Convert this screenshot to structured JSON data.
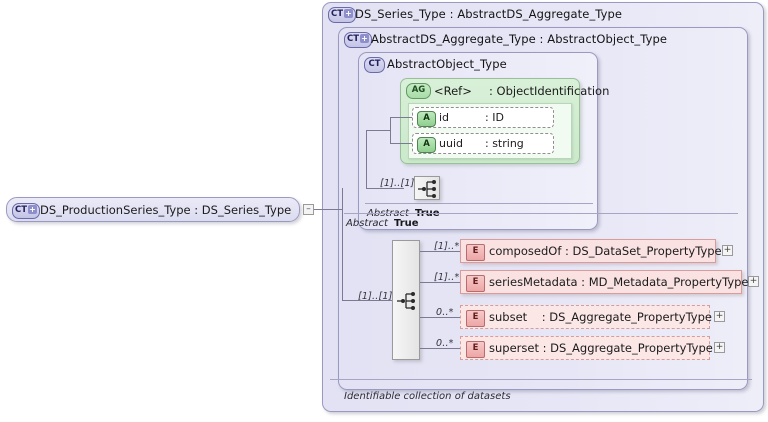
{
  "root_node": {
    "badge": "CT",
    "badge_has_plus": true,
    "label": "DS_ProductionSeries_Type : DS_Series_Type",
    "collapse_toggle": "–"
  },
  "panels": {
    "outer": {
      "badge": "CT",
      "badge_has_plus": true,
      "title": "DS_Series_Type : AbstractDS_Aggregate_Type"
    },
    "middle": {
      "badge": "CT",
      "badge_has_plus": true,
      "title": "AbstractDS_Aggregate_Type : AbstractObject_Type"
    },
    "inner": {
      "badge": "CT",
      "badge_has_plus": false,
      "title": "AbstractObject_Type"
    }
  },
  "attribute_group": {
    "badge": "AG",
    "name": "<Ref>",
    "type": ": ObjectIdentification",
    "attributes": [
      {
        "badge": "A",
        "name": "id",
        "type": ": ID"
      },
      {
        "badge": "A",
        "name": "uuid",
        "type": ": string"
      }
    ]
  },
  "compositors": [
    {
      "name": "inner-sequence",
      "cardinality": "[1]..[1]",
      "icon": "sequence-icon"
    },
    {
      "name": "outer-sequence",
      "cardinality": "[1]..[1]",
      "icon": "sequence-icon"
    }
  ],
  "elements": [
    {
      "badge": "E",
      "label": "composedOf : DS_DataSet_PropertyType",
      "cardinality": "[1]..*",
      "optional": false,
      "expand": "+"
    },
    {
      "badge": "E",
      "label": "seriesMetadata : MD_Metadata_PropertyType",
      "cardinality": "[1]..*",
      "optional": false,
      "expand": "+"
    },
    {
      "badge": "E",
      "label": "subset    : DS_Aggregate_PropertyType",
      "cardinality": "0..*",
      "optional": true,
      "expand": "+"
    },
    {
      "badge": "E",
      "label": "superset : DS_Aggregate_PropertyType",
      "cardinality": "0..*",
      "optional": true,
      "expand": "+"
    }
  ],
  "footers": {
    "inner": {
      "key": "Abstract",
      "value": "True"
    },
    "middle": {
      "key": "Abstract",
      "value": "True"
    },
    "outer_doc": "Identifiable collection of datasets"
  },
  "colors": {
    "panel_border": "#9a9ac0",
    "panel_fill": "#e6e6f6",
    "attr_group_fill": "#cbe9cb",
    "element_fill": "#fbe2e2",
    "element_border": "#d79d9d",
    "connector": "#7a7a92"
  }
}
